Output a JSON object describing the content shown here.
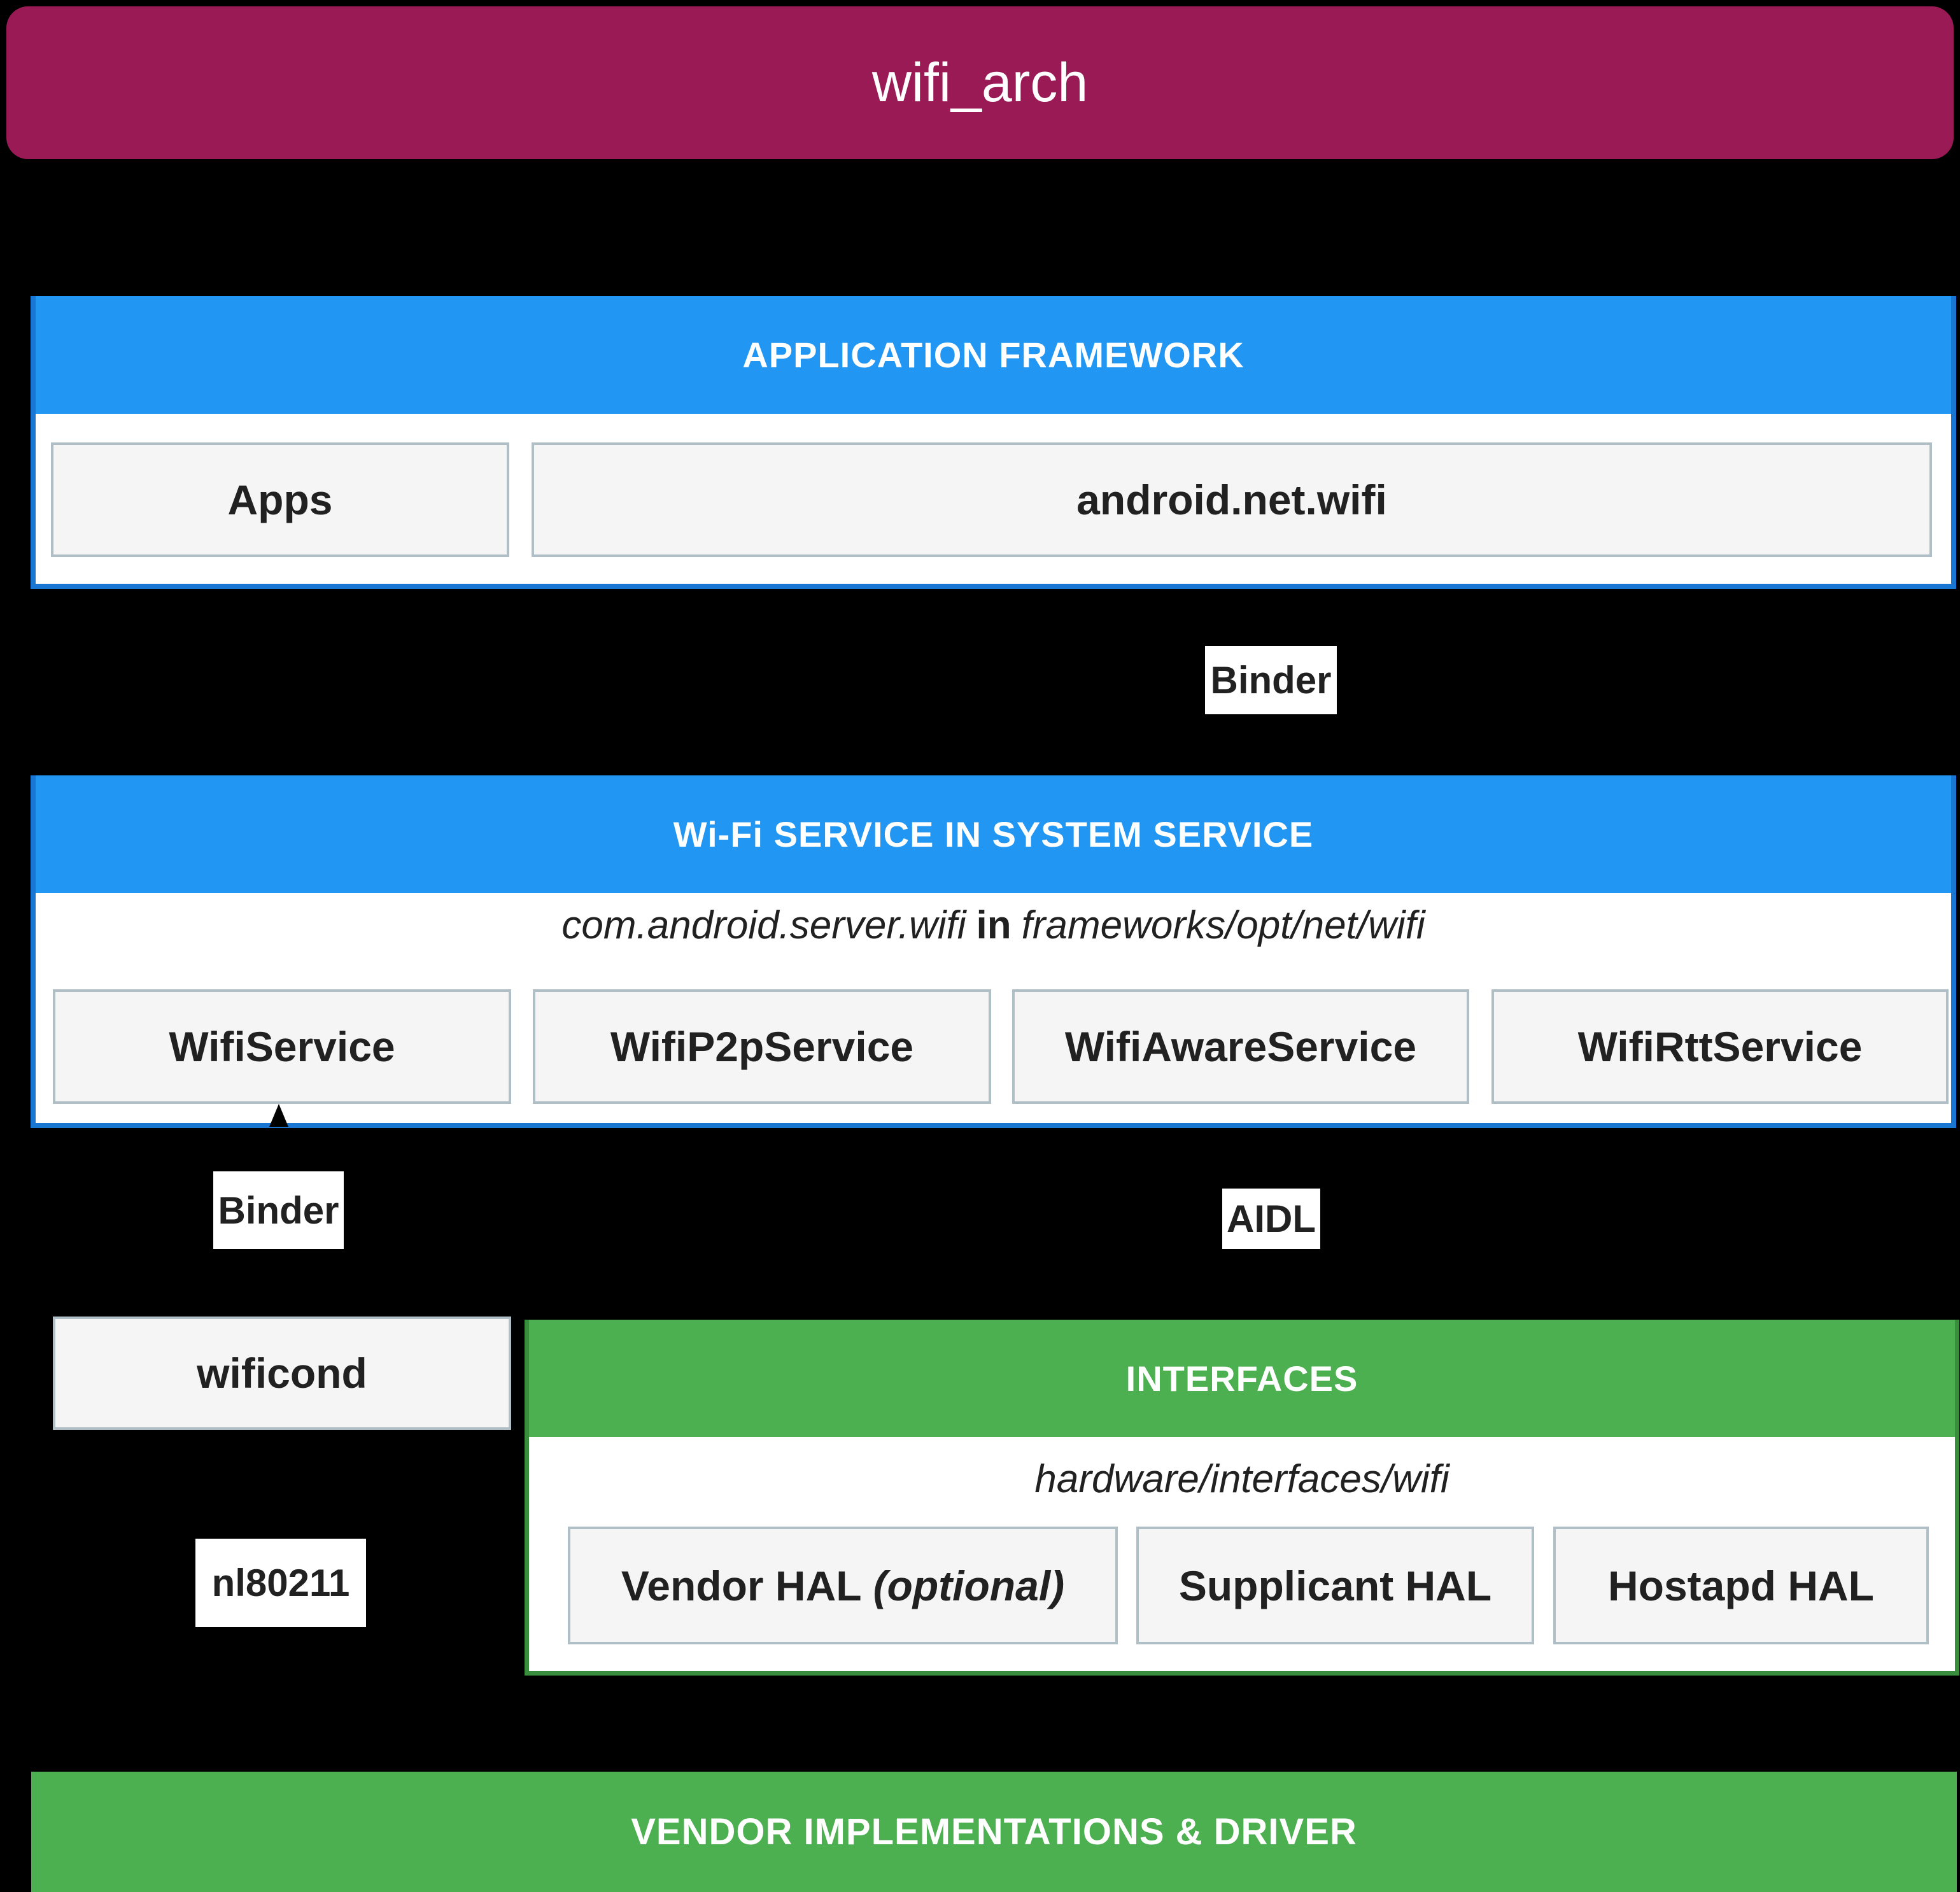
{
  "title": "wifi_arch",
  "colors": {
    "banner": "#9A1A56",
    "blue": "#2196F3",
    "dark_blue": "#1976D2",
    "green": "#4CAF50",
    "dark_green": "#388E3C",
    "node_fill": "#F5F5F5",
    "node_border": "#B0BEC5",
    "background": "#000000"
  },
  "application_framework": {
    "header": "APPLICATION FRAMEWORK",
    "boxes": [
      "Apps",
      "android.net.wifi"
    ]
  },
  "labels": {
    "binder_top": "Binder",
    "binder_left": "Binder",
    "aidl": "AIDL",
    "nl80211": "nl80211"
  },
  "wifi_service": {
    "header": "Wi-Fi SERVICE IN SYSTEM SERVICE",
    "path_prefix": "com.android.server.wifi",
    "path_in": "in",
    "path_suffix": "frameworks/opt/net/wifi",
    "boxes": [
      "WifiService",
      "WifiP2pService",
      "WifiAwareService",
      "WifiRttService"
    ]
  },
  "wificond": "wificond",
  "interfaces": {
    "header": "INTERFACES",
    "path": "hardware/interfaces/wifi",
    "boxes": [
      {
        "label": "Vendor HAL",
        "note": "(optional)"
      },
      {
        "label": "Supplicant HAL"
      },
      {
        "label": "Hostapd HAL"
      }
    ]
  },
  "bottom_bar": "VENDOR IMPLEMENTATIONS & DRIVER"
}
